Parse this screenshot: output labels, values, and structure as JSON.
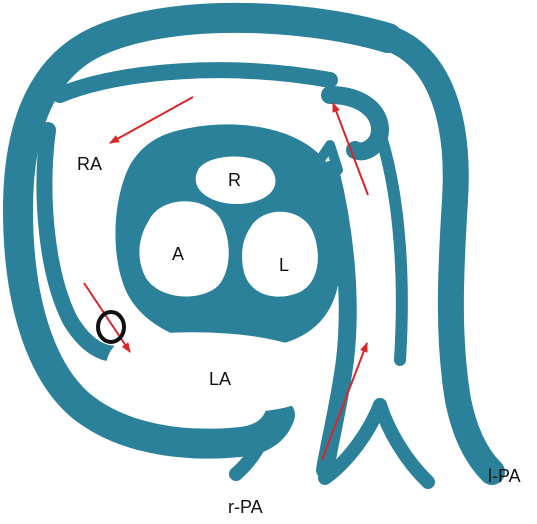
{
  "colors": {
    "tissue": "#2a8199",
    "arrow": "#d9262b",
    "marker": "#111111",
    "background": "#ffffff"
  },
  "labels": {
    "ra": "RA",
    "r": "R",
    "a": "A",
    "l": "L",
    "la": "LA",
    "rpa": "r-PA",
    "lpa": "l-PA"
  }
}
